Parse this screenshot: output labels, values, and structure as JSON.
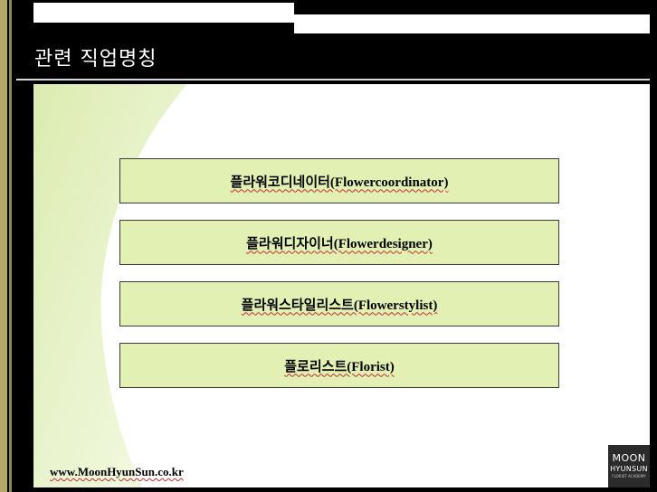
{
  "slide": {
    "title": "관련 직업명칭",
    "items": [
      {
        "label": "플라워코디네이터(Flowercoordinator)"
      },
      {
        "label": "플라워디자이너(Flowerdesigner)"
      },
      {
        "label": "플라워스타일리스트(Flowerstylist)"
      },
      {
        "label": "플로리스트(Florist)"
      }
    ],
    "footer_url": "www.MoonHyunSun.co.kr",
    "logo": {
      "line1": "MOON",
      "line2": "HYUNSUN",
      "line3": "FLORIST ACADEMY"
    }
  },
  "colors": {
    "background": "#000000",
    "accent_gold": "#b3a76a",
    "box_fill": "#e3f0b4",
    "swoosh": "#eef6d6"
  }
}
